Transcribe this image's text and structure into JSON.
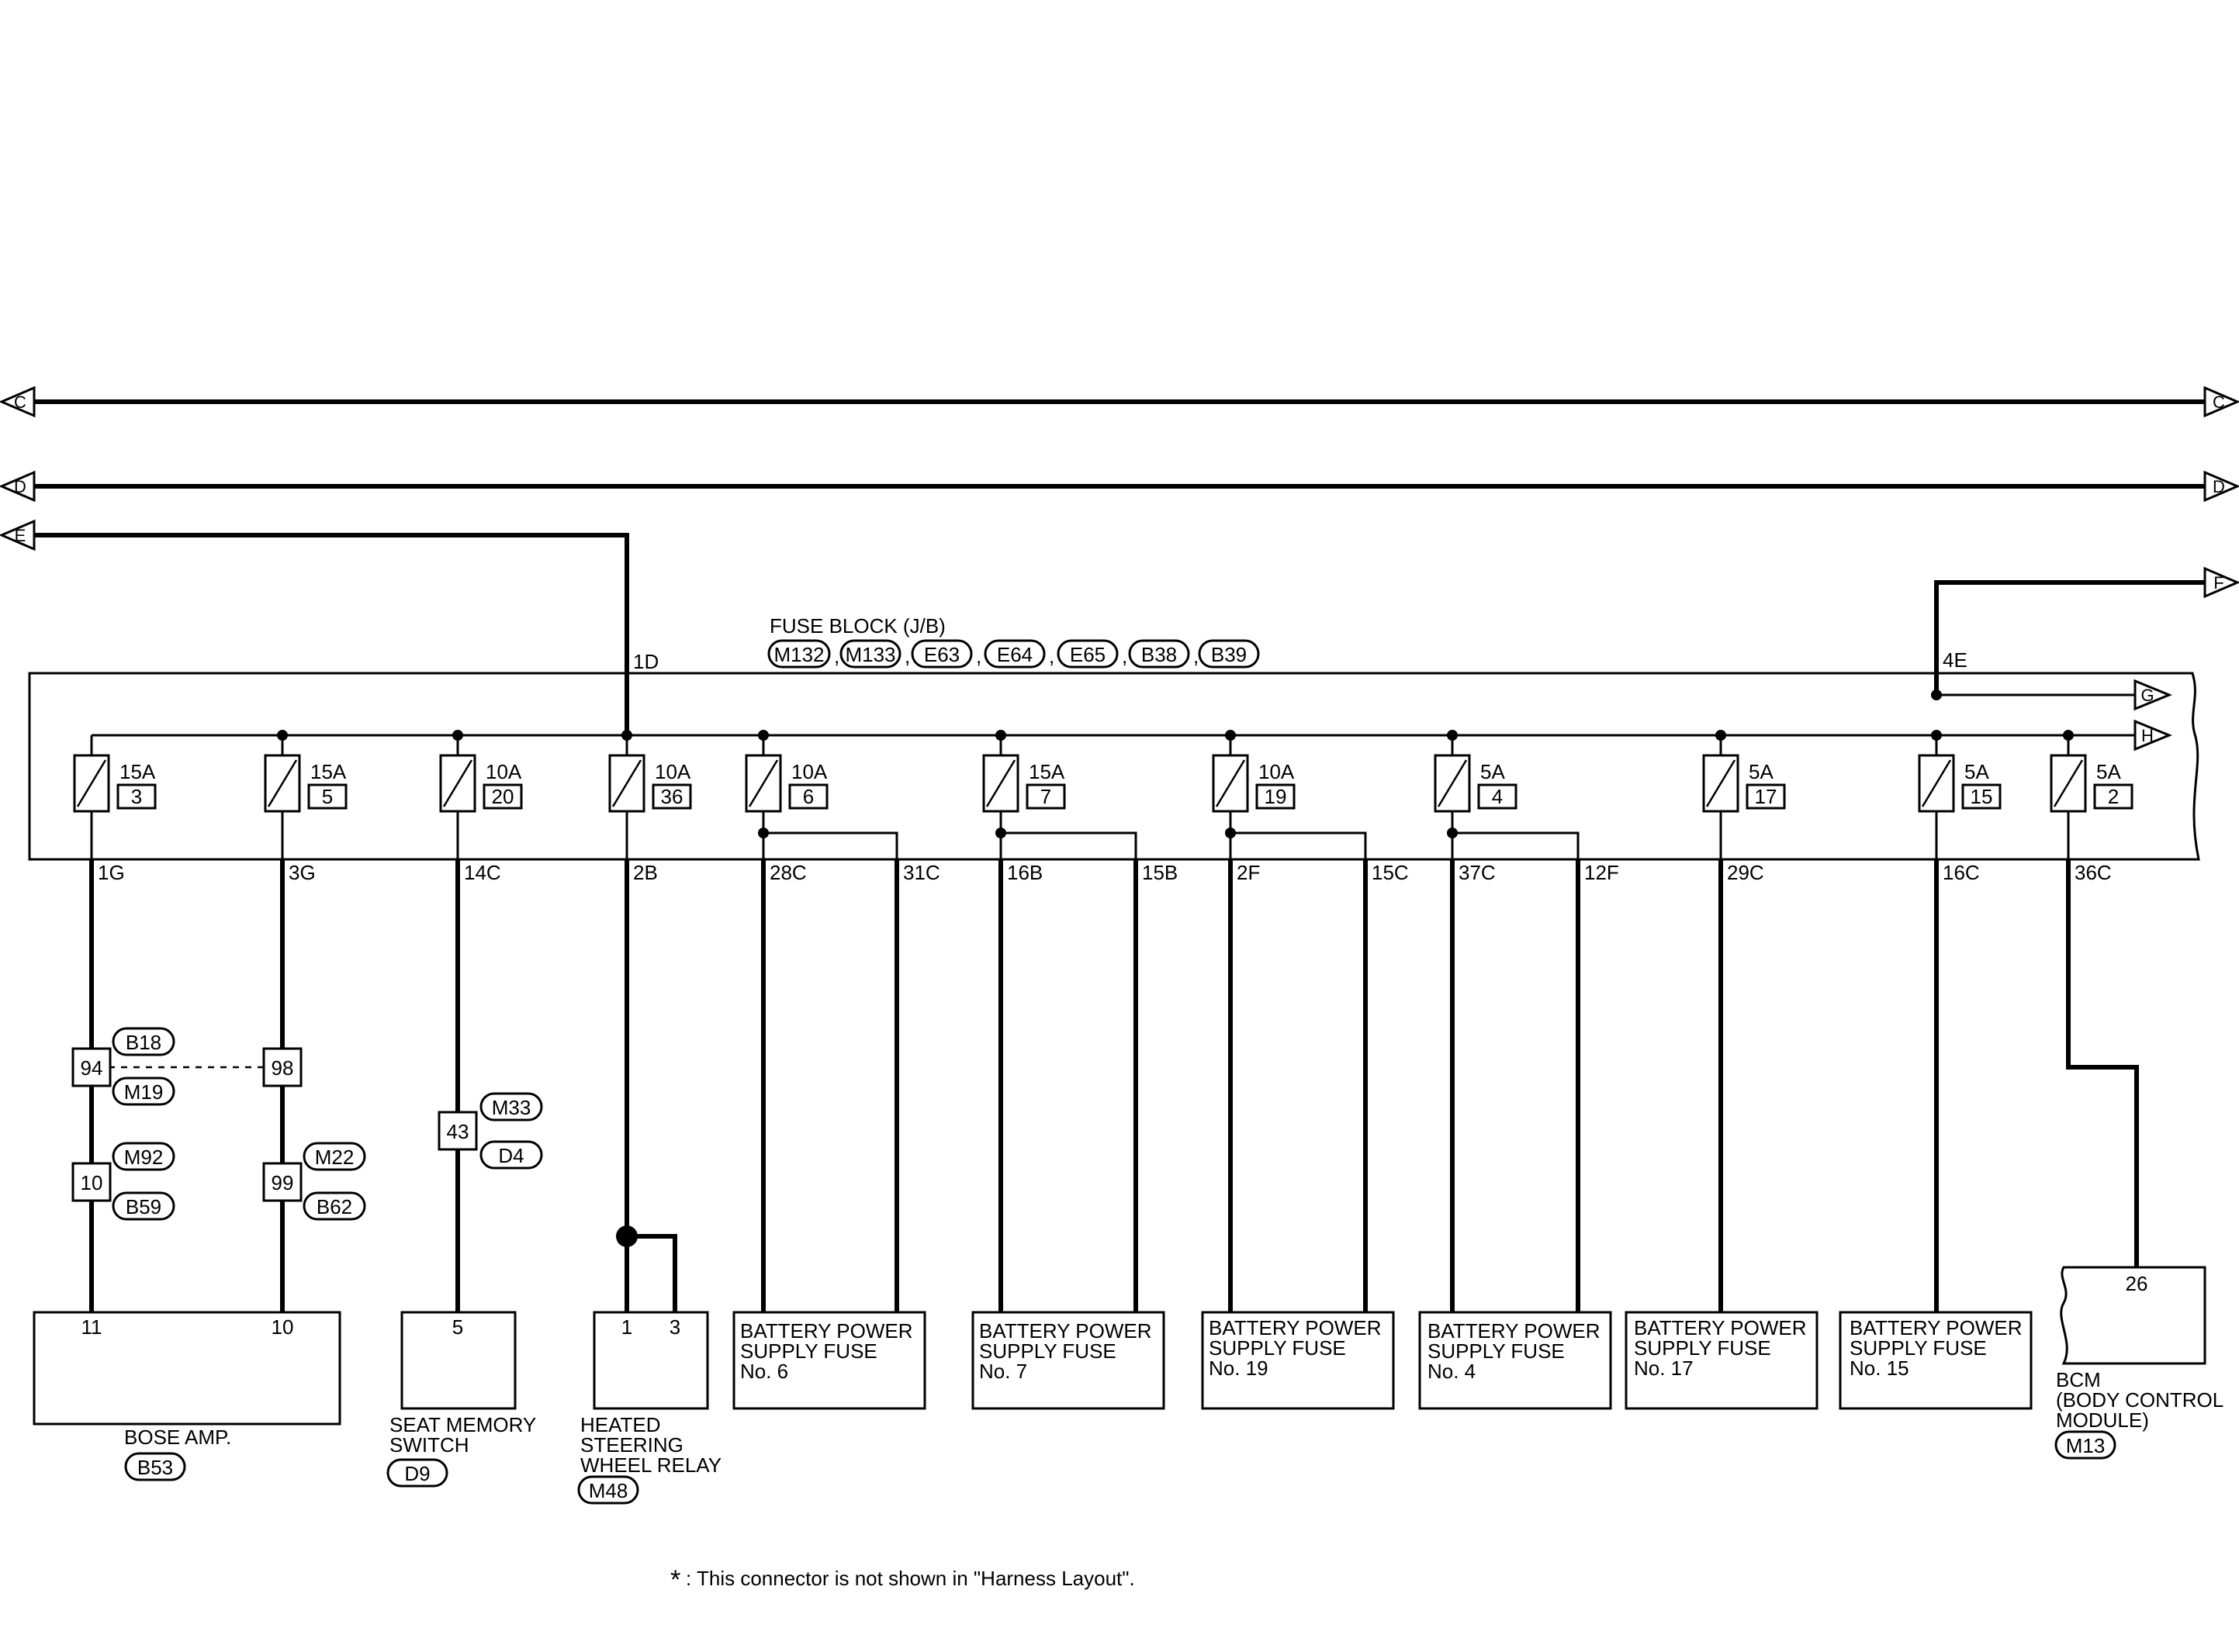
{
  "fuse_block": {
    "title": "FUSE BLOCK (J/B)",
    "connectors": [
      "M132",
      "M133",
      "E63",
      "E64",
      "E65",
      "B38",
      "B39"
    ],
    "separator": ","
  },
  "arrows": {
    "c": "C",
    "d": "D",
    "e": "E",
    "f": "F",
    "g": "G",
    "h": "H"
  },
  "terminals": {
    "e_in": "1D",
    "f_out": "4E"
  },
  "fuses": [
    {
      "amp": "15A",
      "num": "3",
      "out1": "1G",
      "out2": ""
    },
    {
      "amp": "15A",
      "num": "5",
      "out1": "3G",
      "out2": ""
    },
    {
      "amp": "10A",
      "num": "20",
      "out1": "14C",
      "out2": ""
    },
    {
      "amp": "10A",
      "num": "36",
      "out1": "2B",
      "out2": ""
    },
    {
      "amp": "10A",
      "num": "6",
      "out1": "28C",
      "out2": "31C"
    },
    {
      "amp": "15A",
      "num": "7",
      "out1": "16B",
      "out2": "15B"
    },
    {
      "amp": "10A",
      "num": "19",
      "out1": "2F",
      "out2": "15C"
    },
    {
      "amp": "5A",
      "num": "4",
      "out1": "37C",
      "out2": "12F"
    },
    {
      "amp": "5A",
      "num": "17",
      "out1": "29C",
      "out2": ""
    },
    {
      "amp": "5A",
      "num": "15",
      "out1": "16C",
      "out2": ""
    },
    {
      "amp": "5A",
      "num": "2",
      "out1": "36C",
      "out2": ""
    }
  ],
  "inline_connectors": {
    "j94": {
      "pin": "94",
      "top": "B18",
      "bottom": "M19"
    },
    "j98": {
      "pin": "98"
    },
    "j10": {
      "pin": "10",
      "top": "M92",
      "bottom": "B59"
    },
    "j99": {
      "pin": "99",
      "top": "M22",
      "bottom": "B62"
    },
    "j43": {
      "pin": "43",
      "top": "M33",
      "bottom": "D4"
    }
  },
  "components": {
    "bose_amp": {
      "pin1": "11",
      "pin2": "10",
      "name": "BOSE AMP.",
      "connector": "B53"
    },
    "seat_memory": {
      "pin": "5",
      "name1": "SEAT MEMORY",
      "name2": "SWITCH",
      "connector": "D9"
    },
    "heated_relay": {
      "pin1": "1",
      "pin2": "3",
      "name1": "HEATED",
      "name2": "STEERING",
      "name3": "WHEEL RELAY",
      "connector": "M48"
    },
    "bat6": {
      "line1": "BATTERY POWER",
      "line2": "SUPPLY FUSE",
      "line3": "No. 6"
    },
    "bat7": {
      "line1": "BATTERY POWER",
      "line2": "SUPPLY FUSE",
      "line3": "No. 7"
    },
    "bat19": {
      "line1": "BATTERY POWER",
      "line2": "SUPPLY FUSE",
      "line3": "No. 19"
    },
    "bat4": {
      "line1": "BATTERY POWER",
      "line2": "SUPPLY FUSE",
      "line3": "No. 4"
    },
    "bat17": {
      "line1": "BATTERY POWER",
      "line2": "SUPPLY FUSE",
      "line3": "No. 17"
    },
    "bat15": {
      "line1": "BATTERY POWER",
      "line2": "SUPPLY FUSE",
      "line3": "No. 15"
    },
    "bcm": {
      "pin": "26",
      "name1": "BCM",
      "name2": "(BODY CONTROL",
      "name3": "MODULE)",
      "connector": "M13"
    }
  },
  "footnote": {
    "star": "*",
    "text": ": This connector is not shown in \"Harness Layout\"."
  }
}
